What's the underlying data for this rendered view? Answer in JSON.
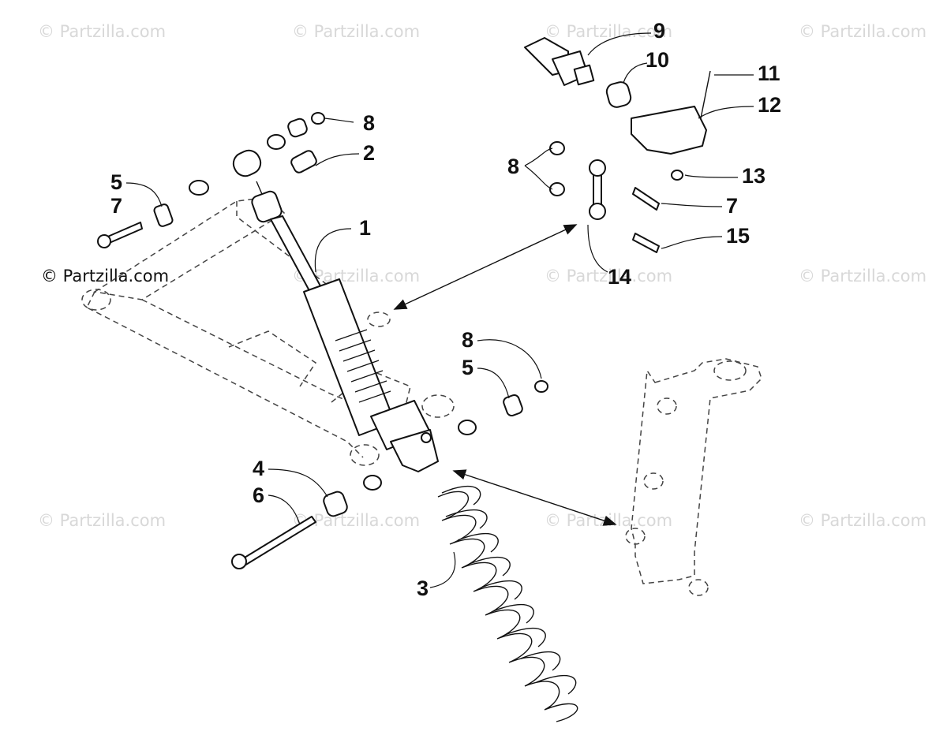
{
  "watermarks": {
    "text": "© Partzilla.com",
    "color": "#d8d8d8",
    "highlight_color": "#111111"
  },
  "callouts": {
    "c1": "1",
    "c2": "2",
    "c3": "3",
    "c4": "4",
    "c5a": "5",
    "c5b": "5",
    "c6": "6",
    "c7a": "7",
    "c7b": "7",
    "c8a": "8",
    "c8b": "8",
    "c8c": "8",
    "c9": "9",
    "c10": "10",
    "c11": "11",
    "c12": "12",
    "c13": "13",
    "c14": "14",
    "c15": "15"
  }
}
